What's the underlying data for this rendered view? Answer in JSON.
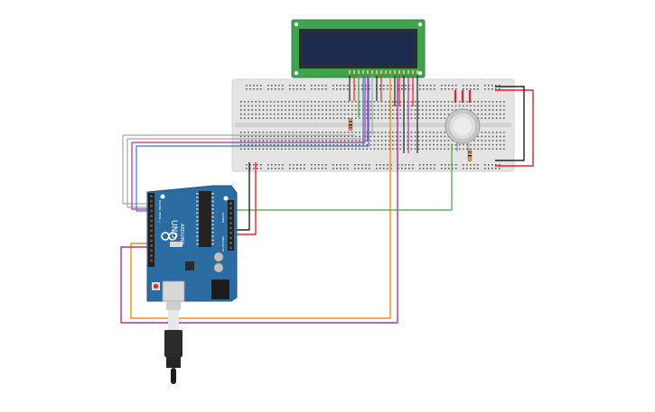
{
  "board": {
    "logo": "UNO",
    "brand": "ARDUINO",
    "digital_header": "DIGITAL (PWM~)",
    "power_header": "POWER",
    "analog_header": "ANALOG IN"
  },
  "colors": {
    "lcd_pcb": "#3fa34d",
    "lcd_screen": "#1d2b4f",
    "breadboard": "#e4e4e4",
    "arduino_pcb": "#2b6ca3",
    "wire_red": "#e8202a",
    "wire_black": "#222222",
    "wire_orange": "#f08c1c",
    "wire_magenta": "#b0329b",
    "wire_green": "#3cab3c",
    "wire_blue": "#2c7bd1",
    "wire_gray": "#a6a6a6"
  },
  "icons": [
    "infinity-logo-icon",
    "usb-port-icon",
    "reset-button-icon",
    "gas-sensor-icon"
  ]
}
